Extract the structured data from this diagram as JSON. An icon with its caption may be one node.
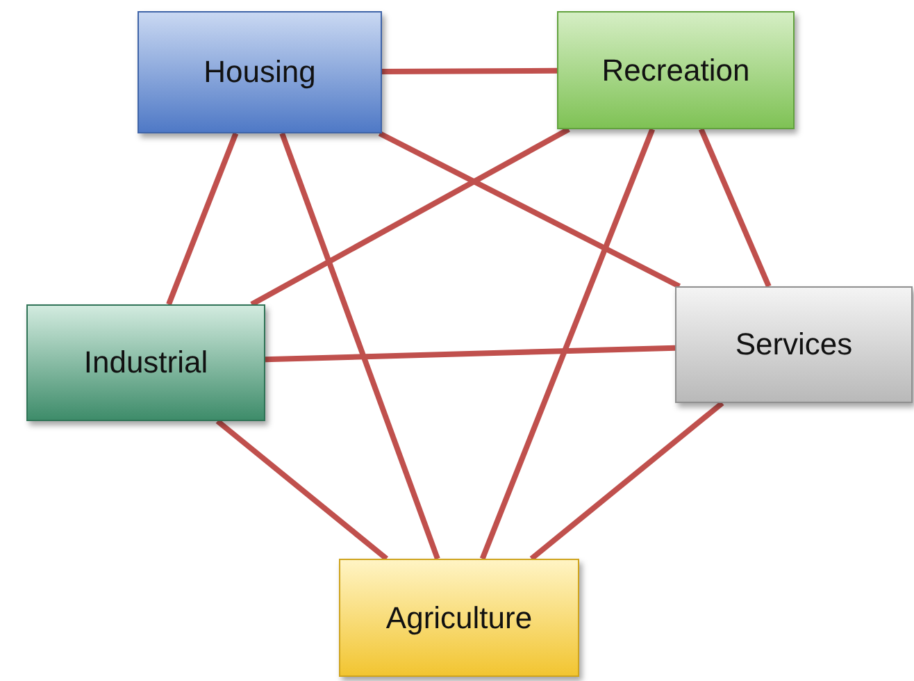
{
  "diagram": {
    "nodes": [
      {
        "text": [
          "Housing"
        ]
      },
      {
        "text": [
          "Recreation"
        ]
      },
      {
        "text": [
          "Industrial"
        ]
      },
      {
        "text": [
          "Services"
        ]
      },
      {
        "text": [
          "Agriculture"
        ]
      }
    ],
    "edges": [
      {
        "from": 0,
        "to": 1,
        "arrow": "none"
      },
      {
        "from": 0,
        "to": 2,
        "arrow": "none"
      },
      {
        "from": 0,
        "to": 4,
        "arrow": "none"
      },
      {
        "from": 0,
        "to": 3,
        "arrow": "none"
      },
      {
        "from": 1,
        "to": 2,
        "arrow": "none"
      },
      {
        "from": 1,
        "to": 4,
        "arrow": "none"
      },
      {
        "from": 1,
        "to": 3,
        "arrow": "none"
      },
      {
        "from": 2,
        "to": 3,
        "arrow": "none"
      },
      {
        "from": 2,
        "to": 4,
        "arrow": "none"
      },
      {
        "from": 3,
        "to": 4,
        "arrow": "none"
      }
    ]
  }
}
